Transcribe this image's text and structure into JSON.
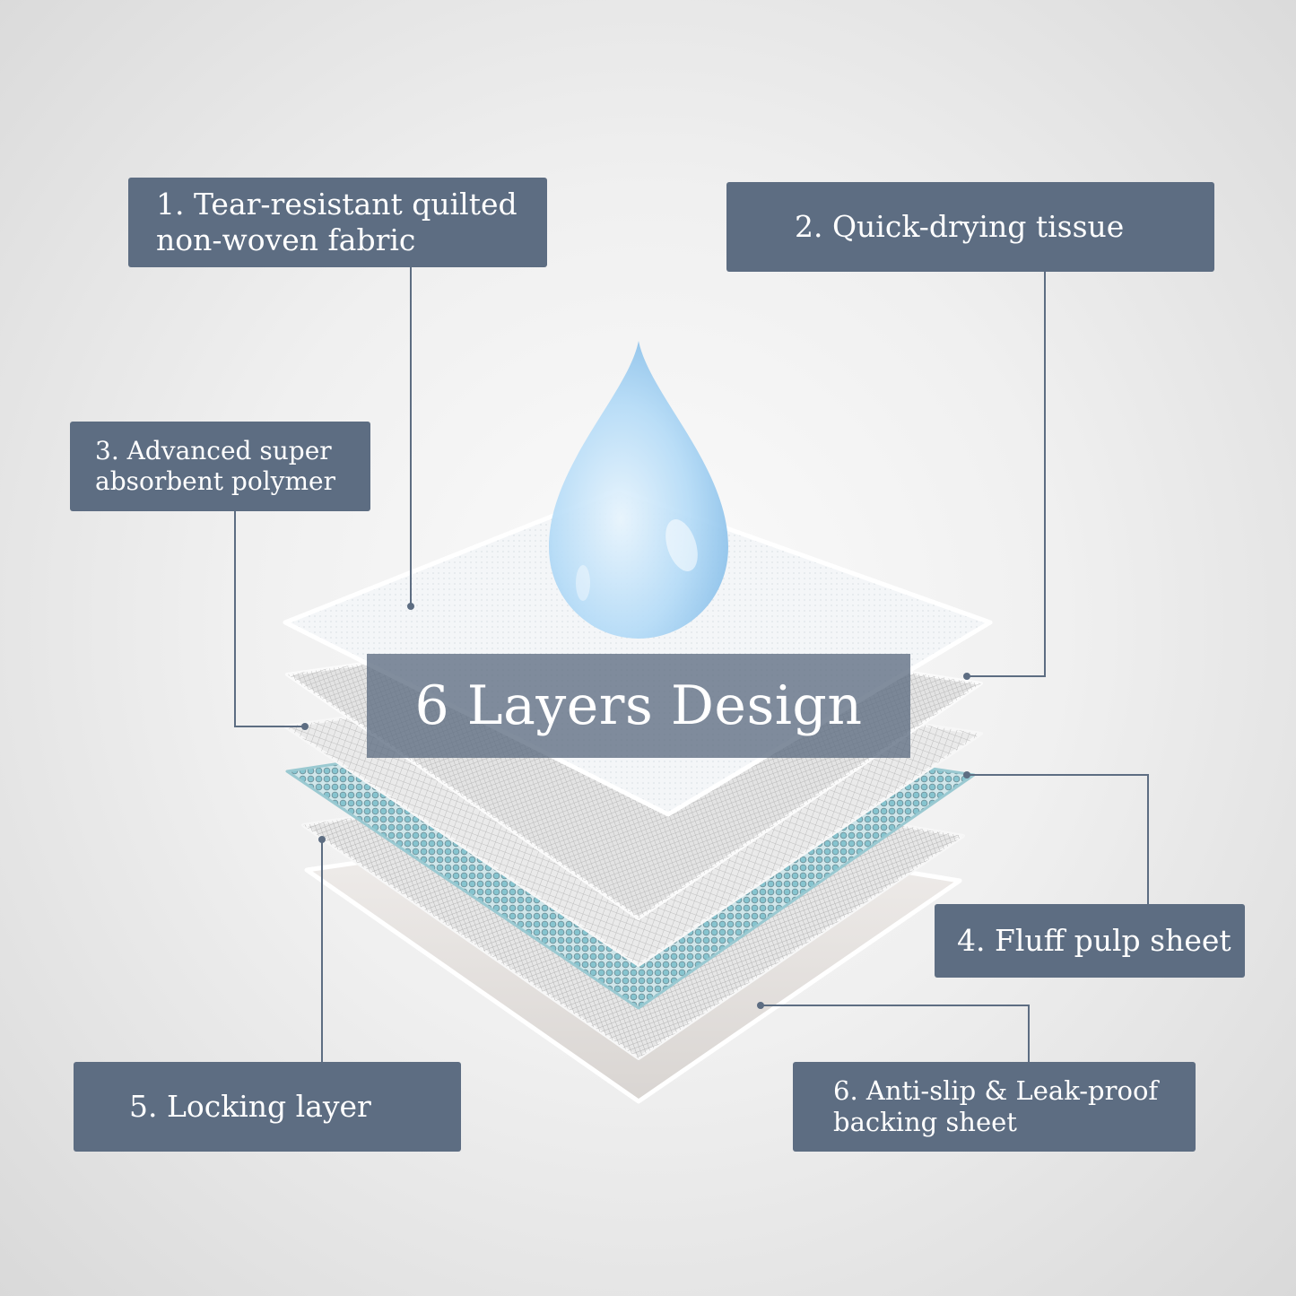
{
  "title": "6 Layers Design",
  "labels": [
    {
      "id": "1",
      "text": "1. Tear-resistant quilted\nnon-woven fabric"
    },
    {
      "id": "2",
      "text": "2. Quick-drying tissue"
    },
    {
      "id": "3",
      "text": "3. Advanced super\nabsorbent polymer"
    },
    {
      "id": "4",
      "text": "4. Fluff pulp sheet"
    },
    {
      "id": "5",
      "text": "5. Locking layer"
    },
    {
      "id": "6",
      "text": "6. Anti-slip & Leak-proof\nbacking sheet"
    }
  ],
  "colors": {
    "label_bg": "#5d6d82",
    "label_text": "#ffffff",
    "leader_line": "#5d6d82",
    "drop": "#a9d3f5",
    "polymer": "#8ccbd4"
  },
  "icons": [
    "water-drop-icon"
  ]
}
